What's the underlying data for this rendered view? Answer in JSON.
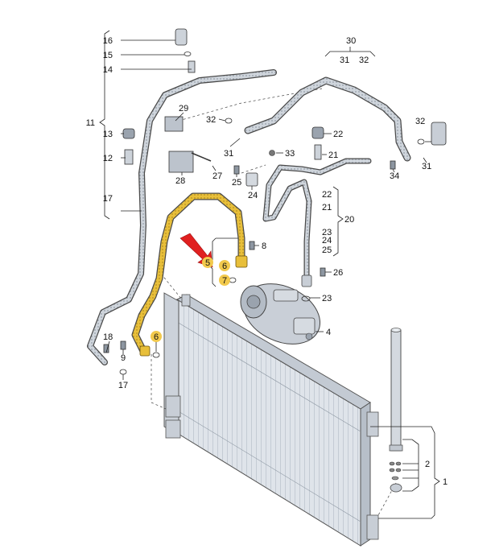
{
  "labels": {
    "l1": "1",
    "l2": "2",
    "l4": "4",
    "l5": "5",
    "l6a": "6",
    "l6b": "6",
    "l7": "7",
    "l8": "8",
    "l9": "9",
    "l11": "11",
    "l12": "12",
    "l13": "13",
    "l14": "14",
    "l15": "15",
    "l16": "16",
    "l17a": "17",
    "l17b": "17",
    "l18": "18",
    "l20": "20",
    "l21a": "21",
    "l21b": "21",
    "l22a": "22",
    "l22b": "22",
    "l23a": "23",
    "l23b": "23",
    "l24a": "24",
    "l24b": "24",
    "l25a": "25",
    "l25b": "25",
    "l26": "26",
    "l27": "27",
    "l28": "28",
    "l29": "29",
    "l30": "30",
    "l31a": "31",
    "l31b": "31",
    "l31c": "31",
    "l32a": "32",
    "l32b": "32",
    "l32c": "32",
    "l33": "33",
    "l34": "34"
  },
  "colors": {
    "highlight_pipe": "#e8bf3a",
    "highlight_marker": "#f2c94c",
    "pointer_arrow": "#e02020",
    "pipe_fill": "#d9dde3",
    "condenser_fill": "#dde2e8"
  },
  "icons": {
    "pointer": "red-arrow-icon",
    "condenser": "condenser-icon",
    "compressor": "compressor-icon",
    "dryer": "receiver-dryer-icon"
  }
}
